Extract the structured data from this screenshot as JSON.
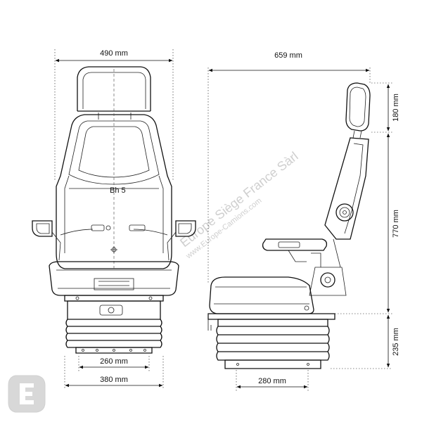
{
  "front_view": {
    "width_top": "490 mm",
    "width_base_inner": "260 mm",
    "width_base_outer": "380 mm",
    "center_label": "Bh 5"
  },
  "side_view": {
    "depth_total": "659 mm",
    "height_headrest": "180 mm",
    "height_backrest": "770 mm",
    "height_base": "235 mm",
    "depth_base": "280 mm"
  },
  "watermark": {
    "company": "Europe Siège France Sàrl",
    "website": "www.Europe-Camions.com",
    "logo": "europe-camions-logo"
  }
}
